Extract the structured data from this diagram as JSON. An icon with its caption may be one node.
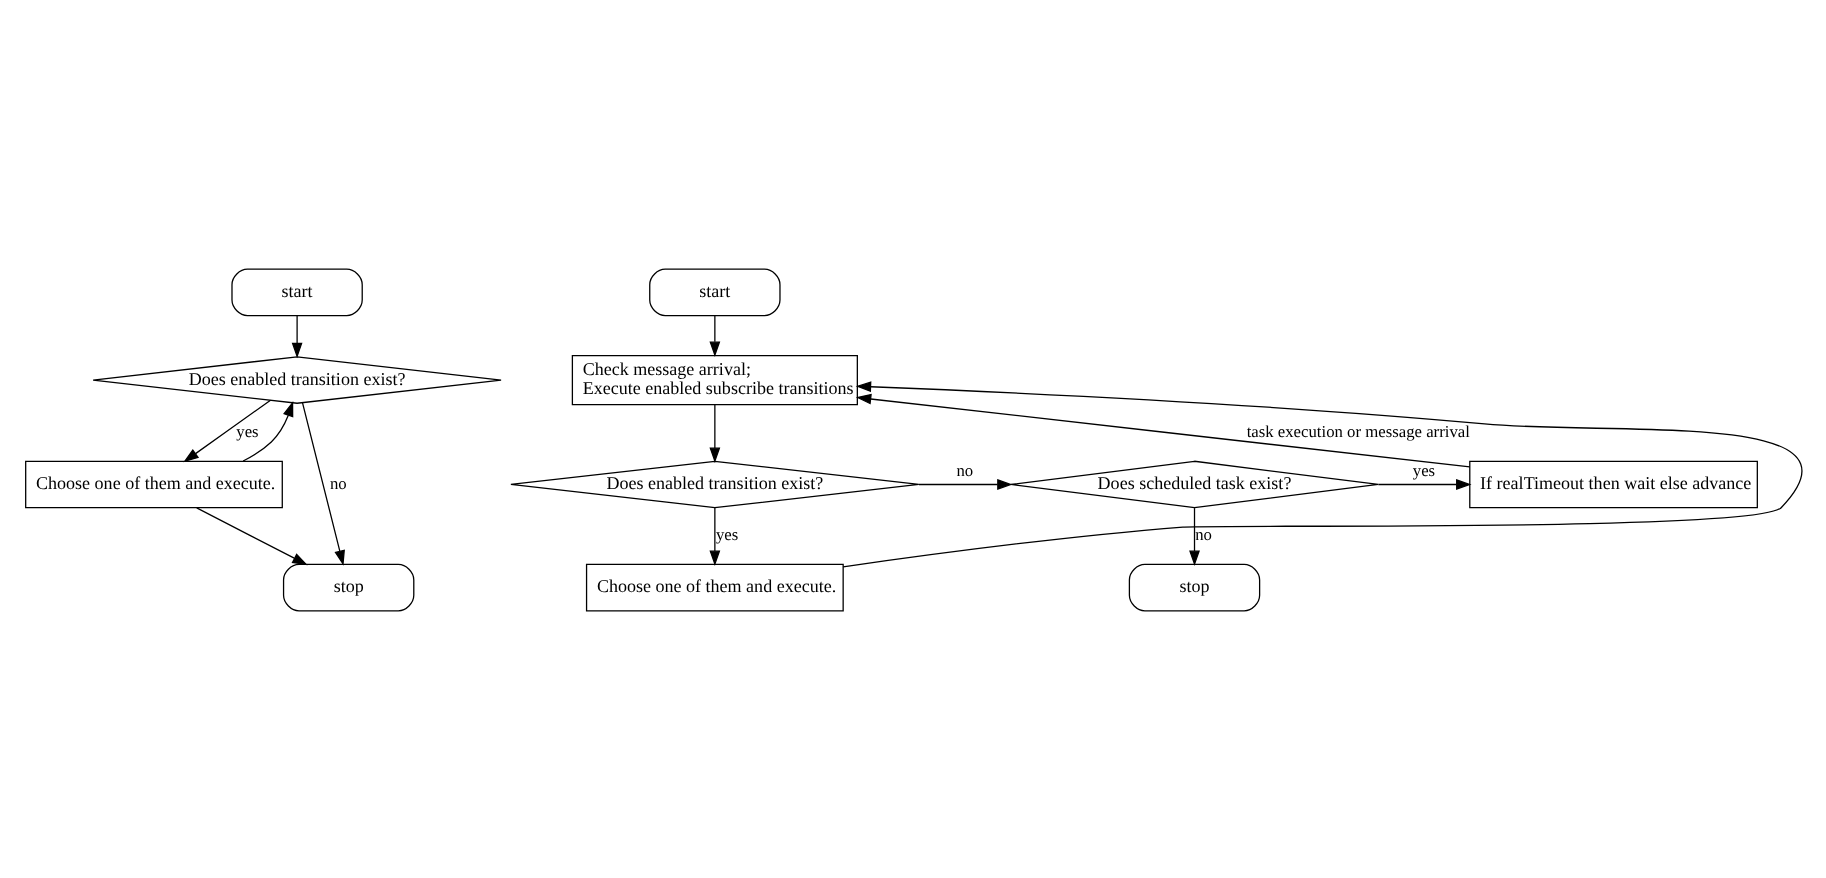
{
  "diagram": {
    "nodes": [
      {
        "text": [
          "start"
        ]
      },
      {
        "text": [
          "Does enabled transition exist?"
        ]
      },
      {
        "text": [
          "Choose one of them and execute."
        ]
      },
      {
        "text": [
          "stop"
        ]
      },
      {
        "text": [
          "start"
        ]
      },
      {
        "text": [
          "Check message arrival;",
          "Execute enabled subscribe transitions"
        ]
      },
      {
        "text": [
          "Does enabled transition exist?"
        ]
      },
      {
        "text": [
          "Does scheduled task exist?"
        ]
      },
      {
        "text": [
          "If realTimeout then wait else advance"
        ]
      },
      {
        "text": [
          "stop"
        ]
      },
      {
        "text": [
          "Choose one of them and execute."
        ]
      }
    ],
    "edges": [
      {
        "from": 0,
        "to": 1,
        "arrow": "to"
      },
      {
        "from": 1,
        "to": 2,
        "arrow": "to",
        "label": "yes"
      },
      {
        "from": 2,
        "to": 1,
        "arrow": "to"
      },
      {
        "from": 1,
        "to": 3,
        "arrow": "to",
        "label": "no"
      },
      {
        "from": 2,
        "to": 3,
        "arrow": "to"
      },
      {
        "from": 4,
        "to": 5,
        "arrow": "to"
      },
      {
        "from": 5,
        "to": 6,
        "arrow": "to"
      },
      {
        "from": 6,
        "to": 7,
        "arrow": "to",
        "label": "no"
      },
      {
        "from": 6,
        "to": 10,
        "arrow": "to",
        "label": "yes"
      },
      {
        "from": 10,
        "to": 5,
        "arrow": "to"
      },
      {
        "from": 7,
        "to": 8,
        "arrow": "to",
        "label": "yes"
      },
      {
        "from": 7,
        "to": 9,
        "arrow": "to",
        "label": "no"
      },
      {
        "from": 8,
        "to": 5,
        "arrow": "to",
        "label": "task execution or message arrival"
      }
    ]
  }
}
